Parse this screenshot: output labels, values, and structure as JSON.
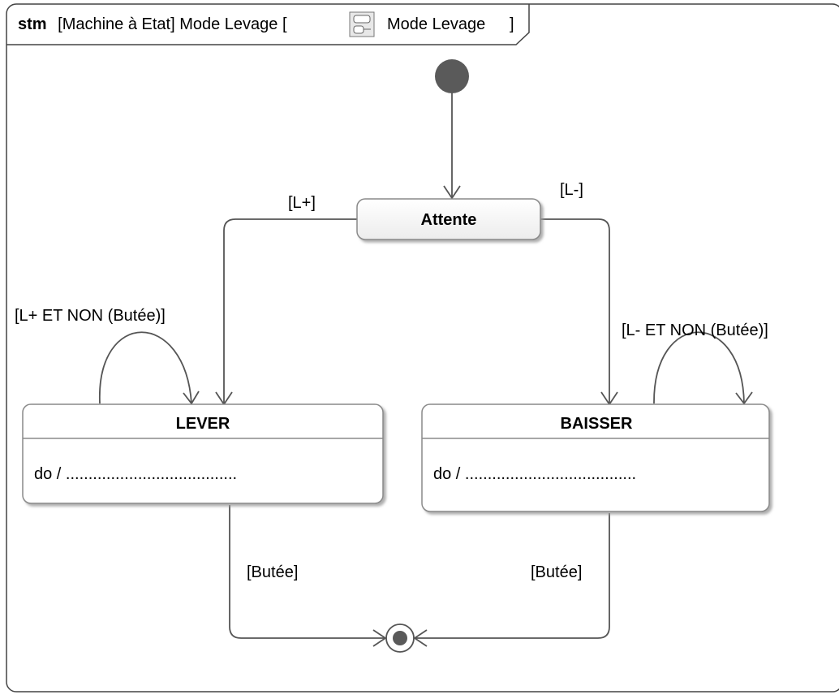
{
  "frame": {
    "keyword": "stm",
    "title": "[Machine à Etat] Mode Levage [",
    "diagram_name": "Mode Levage",
    "close_bracket": "]",
    "icon": "state-machine-icon"
  },
  "states": {
    "attente": {
      "name": "Attente"
    },
    "lever": {
      "name": "LEVER",
      "activity": "do /  ......................................"
    },
    "baisser": {
      "name": "BAISSER",
      "activity": "do / ......................................"
    }
  },
  "transitions": {
    "to_lever": "[L+]",
    "to_baisser": "[L-]",
    "lever_self": "[L+ ET NON (Butée)]",
    "baisser_self": "[L- ET NON (Butée)]",
    "lever_final": "[Butée]",
    "baisser_final": "[Butée]"
  },
  "colors": {
    "line": "#555555",
    "initial": "#5a5a5a",
    "state_border": "#8a8a8a"
  }
}
